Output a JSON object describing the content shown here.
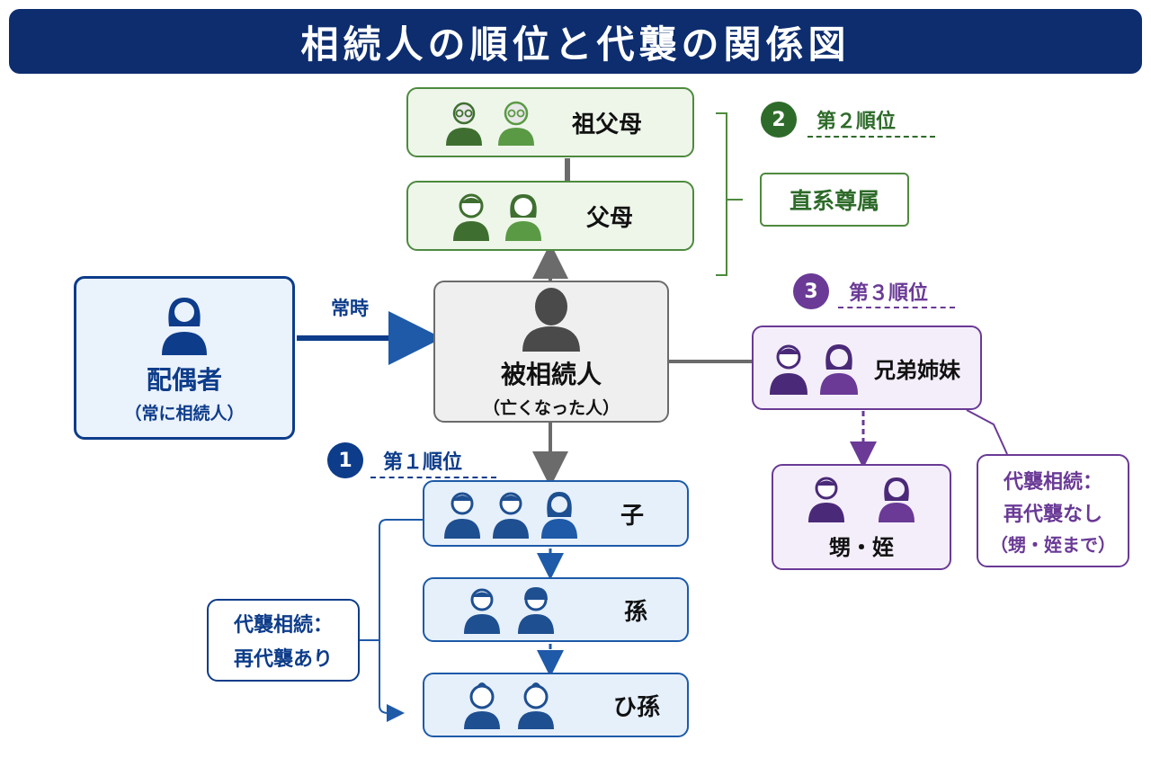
{
  "title": "相続人の順位と代襲の関係図",
  "nodes": {
    "grandparents": "祖父母",
    "parents": "父母",
    "lineal_ascendants": "直系尊属",
    "decedent": "被相続人",
    "decedent_sub": "（亡くなった人）",
    "spouse": "配偶者",
    "spouse_sub": "（常に相続人）",
    "always": "常時",
    "children": "子",
    "grandchildren": "孫",
    "great_grandchildren": "ひ孫",
    "siblings": "兄弟姉妹",
    "nephews_nieces": "甥・姪"
  },
  "ranks": {
    "first": {
      "num": "1",
      "label": "第１順位"
    },
    "second": {
      "num": "2",
      "label": "第２順位"
    },
    "third": {
      "num": "3",
      "label": "第３順位"
    }
  },
  "notes": {
    "blue_line1": "代襲相続：",
    "blue_line2": "再代襲あり",
    "purple_line1": "代襲相続：",
    "purple_line2": "再代襲なし",
    "purple_line3": "（甥・姪まで）"
  },
  "colors": {
    "banner": "#0d2d6e",
    "green": "#4e8a3e",
    "gray": "#6b6b6b",
    "blue": "#1e5aa8",
    "navy": "#0d3c8a",
    "purple": "#6a3a96"
  }
}
